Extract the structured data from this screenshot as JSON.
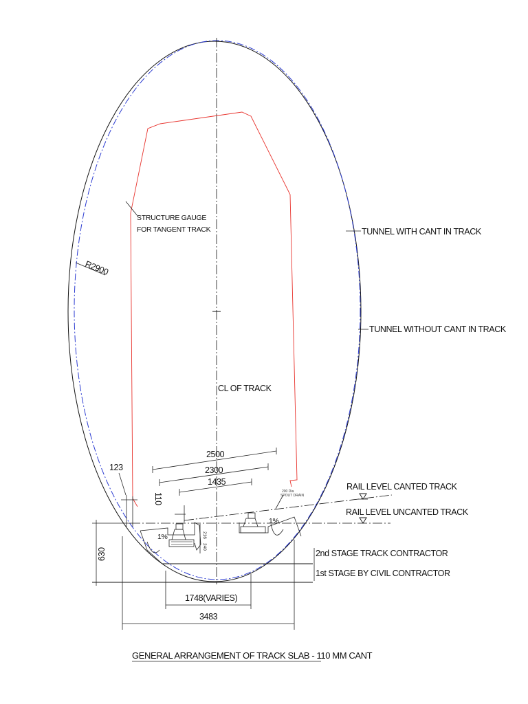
{
  "labels": {
    "structure_gauge_line1": "STRUCTURE GAUGE",
    "structure_gauge_line2": "FOR TANGENT TRACK",
    "tunnel_with_cant": "TUNNEL WITH CANT IN TRACK",
    "tunnel_without_cant": "TUNNEL WITHOUT CANT IN TRACK",
    "radius": "R2900",
    "cl_of_track": "CL OF TRACK",
    "rail_level_canted": "RAIL LEVEL CANTED TRACK",
    "rail_level_uncanted": "RAIL LEVEL UNCANTED TRACK",
    "second_stage": "2nd STAGE TRACK CONTRACTOR",
    "first_stage": "1st STAGE BY CIVIL CONTRACTOR",
    "title": "GENERAL ARRANGEMENT OF TRACK SLAB - 110 MM CANT"
  },
  "dimensions": {
    "d2500": "2500",
    "d2300": "2300",
    "d1435": "1435",
    "d123": "123",
    "d110": "110",
    "d630": "630",
    "d1748": "1748(VARIES)",
    "d3483": "3483",
    "d216": "216",
    "d240": "240",
    "slope_left": "1%",
    "slope_right": "1%"
  },
  "small_notes": {
    "drain_line1": "200 Dia",
    "drain_line2": "SPOUT DRAIN"
  },
  "colors": {
    "line": "#111111",
    "tunnel_without_cant": "#2b3bd1",
    "structure_gauge": "#e8322c"
  }
}
